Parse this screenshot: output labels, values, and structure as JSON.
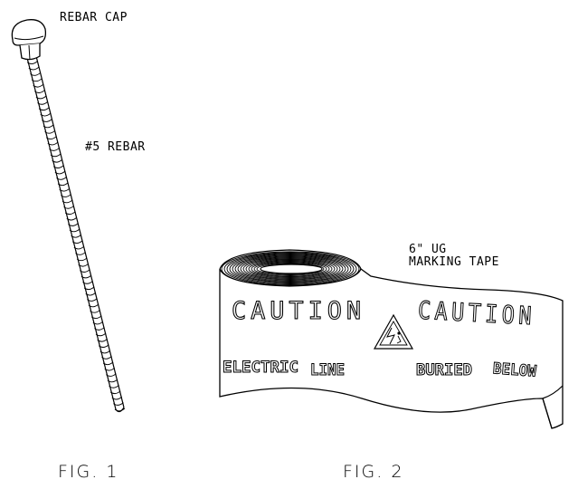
{
  "figure1": {
    "cap_label": "REBAR CAP",
    "rebar_label": "#5 REBAR",
    "caption": "FIG. 1"
  },
  "figure2": {
    "tape_label_line1": "6\" UG",
    "tape_label_line2": "MARKING TAPE",
    "caption": "FIG. 2",
    "tape_print": {
      "caution_left": "CAUTION",
      "caution_right": "CAUTION",
      "word_electric": "ELECTRIC",
      "word_line": "LINE",
      "word_buried": "BURIED",
      "word_below": "BELOW"
    },
    "warning_icon": "electric-hazard-triangle-icon"
  },
  "colors": {
    "ink": "#000000",
    "paper": "#ffffff"
  }
}
